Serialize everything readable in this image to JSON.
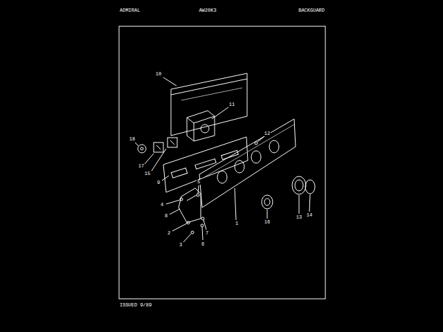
{
  "diagram": {
    "labels": [
      "ADMIRAL",
      "AW20K3",
      "BACKGUARD",
      "10",
      "11",
      "12",
      "18",
      "17",
      "15",
      "9",
      "5",
      "4",
      "8",
      "2",
      "3",
      "7",
      "6",
      "1",
      "16",
      "13",
      "14",
      "ISSUED 9/89"
    ]
  }
}
